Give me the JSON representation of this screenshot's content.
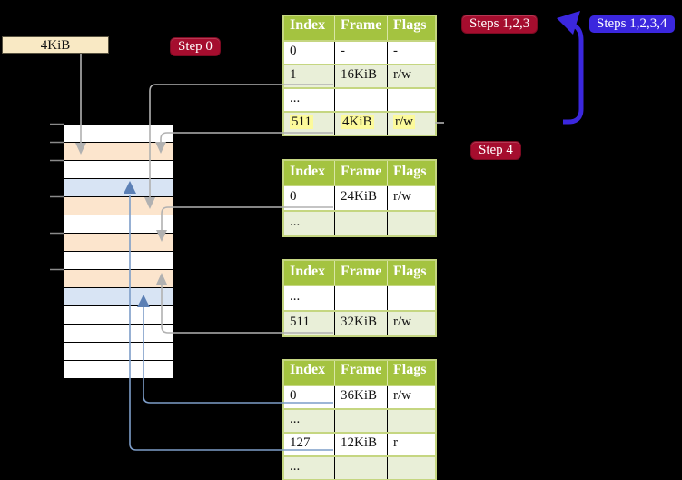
{
  "register_label": "4KiB",
  "badges": {
    "step0": "Step 0",
    "steps123": "Steps 1,2,3",
    "steps1234": "Steps 1,2,3,4",
    "step4": "Step 4"
  },
  "colors": {
    "background": "#000000",
    "header_green": "#a4c340",
    "table_border": "#c5d681",
    "row_shade": "#e9efd8",
    "highlight_yellow": "#fcfa9b",
    "badge_red": "#a50d2e",
    "badge_blue": "#3b27de",
    "register_bg": "#f9e9c4",
    "memory_free": "#ffffff",
    "memory_table": "#fce5cd",
    "memory_mapped": "#d8e4f4",
    "connector_gray": "#b1b1b1",
    "connector_blue": "#7d9dc8",
    "arrow_blue_thick": "#3b27de"
  },
  "memory": {
    "row_types": [
      "free",
      "table",
      "free",
      "mapped",
      "table",
      "free",
      "table",
      "free",
      "table",
      "mapped",
      "free",
      "free",
      "free",
      "free"
    ]
  },
  "tables": [
    {
      "name": "page-table-top",
      "headers": [
        "Index",
        "Frame",
        "Flags"
      ],
      "rows": [
        {
          "cells": [
            "0",
            "-",
            "-"
          ]
        },
        {
          "cells": [
            "1",
            "16KiB",
            "r/w"
          ]
        },
        {
          "cells": [
            "...",
            "",
            ""
          ]
        },
        {
          "cells": [
            "511",
            "4KiB",
            "r/w"
          ],
          "highlighted": true
        }
      ]
    },
    {
      "name": "page-table-second",
      "headers": [
        "Index",
        "Frame",
        "Flags"
      ],
      "rows": [
        {
          "cells": [
            "0",
            "24KiB",
            "r/w"
          ]
        },
        {
          "cells": [
            "...",
            "",
            ""
          ]
        }
      ]
    },
    {
      "name": "page-table-third",
      "headers": [
        "Index",
        "Frame",
        "Flags"
      ],
      "rows": [
        {
          "cells": [
            "...",
            "",
            ""
          ]
        },
        {
          "cells": [
            "511",
            "32KiB",
            "r/w"
          ]
        }
      ]
    },
    {
      "name": "page-table-fourth",
      "headers": [
        "Index",
        "Frame",
        "Flags"
      ],
      "rows": [
        {
          "cells": [
            "0",
            "36KiB",
            "r/w"
          ]
        },
        {
          "cells": [
            "...",
            "",
            ""
          ]
        },
        {
          "cells": [
            "127",
            "12KiB",
            "r"
          ]
        },
        {
          "cells": [
            "...",
            "",
            ""
          ]
        }
      ]
    }
  ]
}
